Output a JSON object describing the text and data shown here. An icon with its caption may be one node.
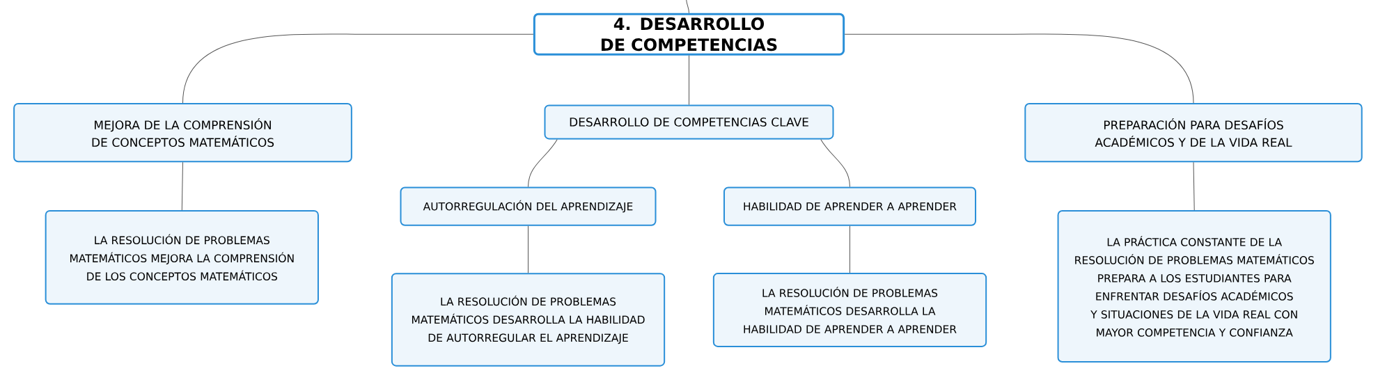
{
  "diagram": {
    "nodes": [
      {
        "text": [
          "4. DESARROLLO DE COMPETENCIAS"
        ]
      },
      {
        "text": [
          "MEJORA DE LA COMPRENSIÓN DE CONCEPTOS MATEMÁTICOS"
        ]
      },
      {
        "text": [
          "DESARROLLO DE COMPETENCIAS CLAVE"
        ]
      },
      {
        "text": [
          "PREPARACIÓN PARA DESAFÍOS ACADÉMICOS Y DE LA VIDA REAL"
        ]
      },
      {
        "text": [
          "LA RESOLUCIÓN DE PROBLEMAS MATEMÁTICOS MEJORA LA COMPRENSIÓN DE LOS CONCEPTOS MATEMÁTICOS"
        ]
      },
      {
        "text": [
          "AUTORREGULACIÓN DEL APRENDIZAJE"
        ]
      },
      {
        "text": [
          "HABILIDAD DE APRENDER A APRENDER"
        ]
      },
      {
        "text": [
          "LA RESOLUCIÓN DE PROBLEMAS MATEMÁTICOS DESARROLLA LA HABILIDAD DE AUTORREGULAR EL APRENDIZAJE"
        ]
      },
      {
        "text": [
          "LA RESOLUCIÓN DE PROBLEMAS MATEMÁTICOS DESARROLLA LA HABILIDAD DE APRENDER A APRENDER"
        ]
      },
      {
        "text": [
          "LA PRÁCTICA CONSTANTE DE LA RESOLUCIÓN DE PROBLEMAS MATEMÁTICOS PREPARA A LOS ESTUDIANTES PARA ENFRENTAR DESAFÍOS ACADÉMICOS Y SITUACIONES DE LA VIDA REAL CON MAYOR COMPETENCIA Y CONFIANZA"
        ]
      }
    ],
    "edges": [
      {
        "from": null,
        "to": 0,
        "arrow": "none"
      },
      {
        "from": 0,
        "to": 1,
        "arrow": "none"
      },
      {
        "from": 0,
        "to": 2,
        "arrow": "none"
      },
      {
        "from": 0,
        "to": 3,
        "arrow": "none"
      },
      {
        "from": 1,
        "to": 4,
        "arrow": "none"
      },
      {
        "from": 2,
        "to": 5,
        "arrow": "none"
      },
      {
        "from": 2,
        "to": 6,
        "arrow": "none"
      },
      {
        "from": 5,
        "to": 7,
        "arrow": "none"
      },
      {
        "from": 6,
        "to": 8,
        "arrow": "none"
      },
      {
        "from": 3,
        "to": 9,
        "arrow": "none"
      }
    ]
  }
}
